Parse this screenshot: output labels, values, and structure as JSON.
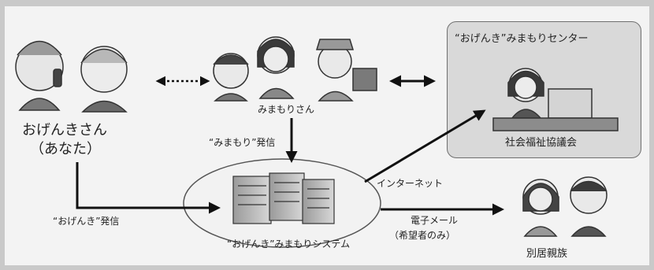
{
  "nodes": {
    "ogenki_san": {
      "line1": "おげんきさん",
      "line2": "（あなた）"
    },
    "mimamori_san": {
      "label": "みまもりさん"
    },
    "center": {
      "title": "“おげんき”みまもりセンター",
      "org": "社会福祉協議会"
    },
    "system": {
      "label": "“おげんき”みまもりシステム"
    },
    "family": {
      "label": "別居親族"
    }
  },
  "edges": {
    "mimamori_send": "“みまもり”発信",
    "ogenki_send": "“おげんき”発信",
    "internet": "インターネット",
    "email": "電子メール",
    "email_note": "（希望者のみ）"
  },
  "icons": [
    "elderly-couple-icon",
    "helpers-group-icon",
    "operator-at-computer-icon",
    "server-buildings-icon",
    "family-members-icon"
  ],
  "colors": {
    "frame": "#c9c9c9",
    "panel": "#f3f3f3",
    "center_box": "#d9d9d9",
    "arrow": "#111111"
  }
}
